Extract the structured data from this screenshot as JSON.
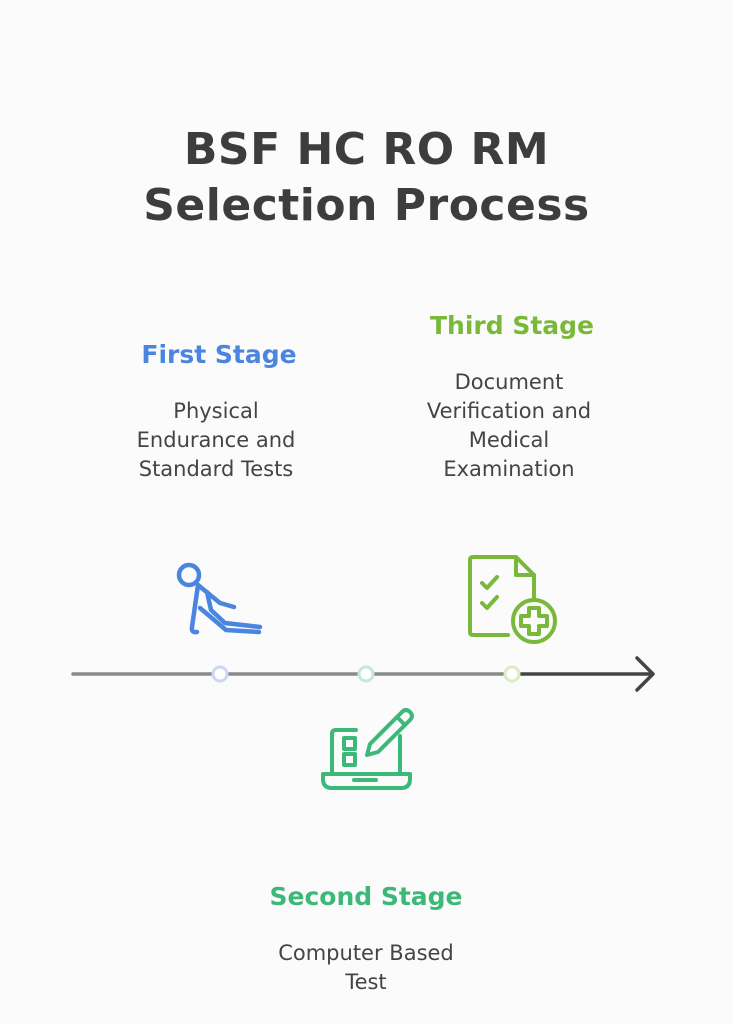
{
  "title": {
    "line1": "BSF HC RO RM",
    "line2": "Selection Process"
  },
  "stages": [
    {
      "heading": "First Stage",
      "description": [
        "Physical",
        "Endurance and",
        "Standard Tests"
      ],
      "color": "#4a86e0",
      "icon": "exercise-figure-icon"
    },
    {
      "heading": "Second Stage",
      "description": [
        "Computer Based",
        "Test"
      ],
      "color": "#3cb878",
      "icon": "laptop-checklist-pencil-icon"
    },
    {
      "heading": "Third Stage",
      "description": [
        "Document",
        "Verification and",
        "Medical",
        "Examination"
      ],
      "color": "#7ab83a",
      "icon": "document-checklist-plus-icon"
    }
  ],
  "colors": {
    "timeline_line": "#8a8a8a",
    "arrow": "#444444",
    "text": "#444444",
    "title": "#3d3d3d"
  }
}
